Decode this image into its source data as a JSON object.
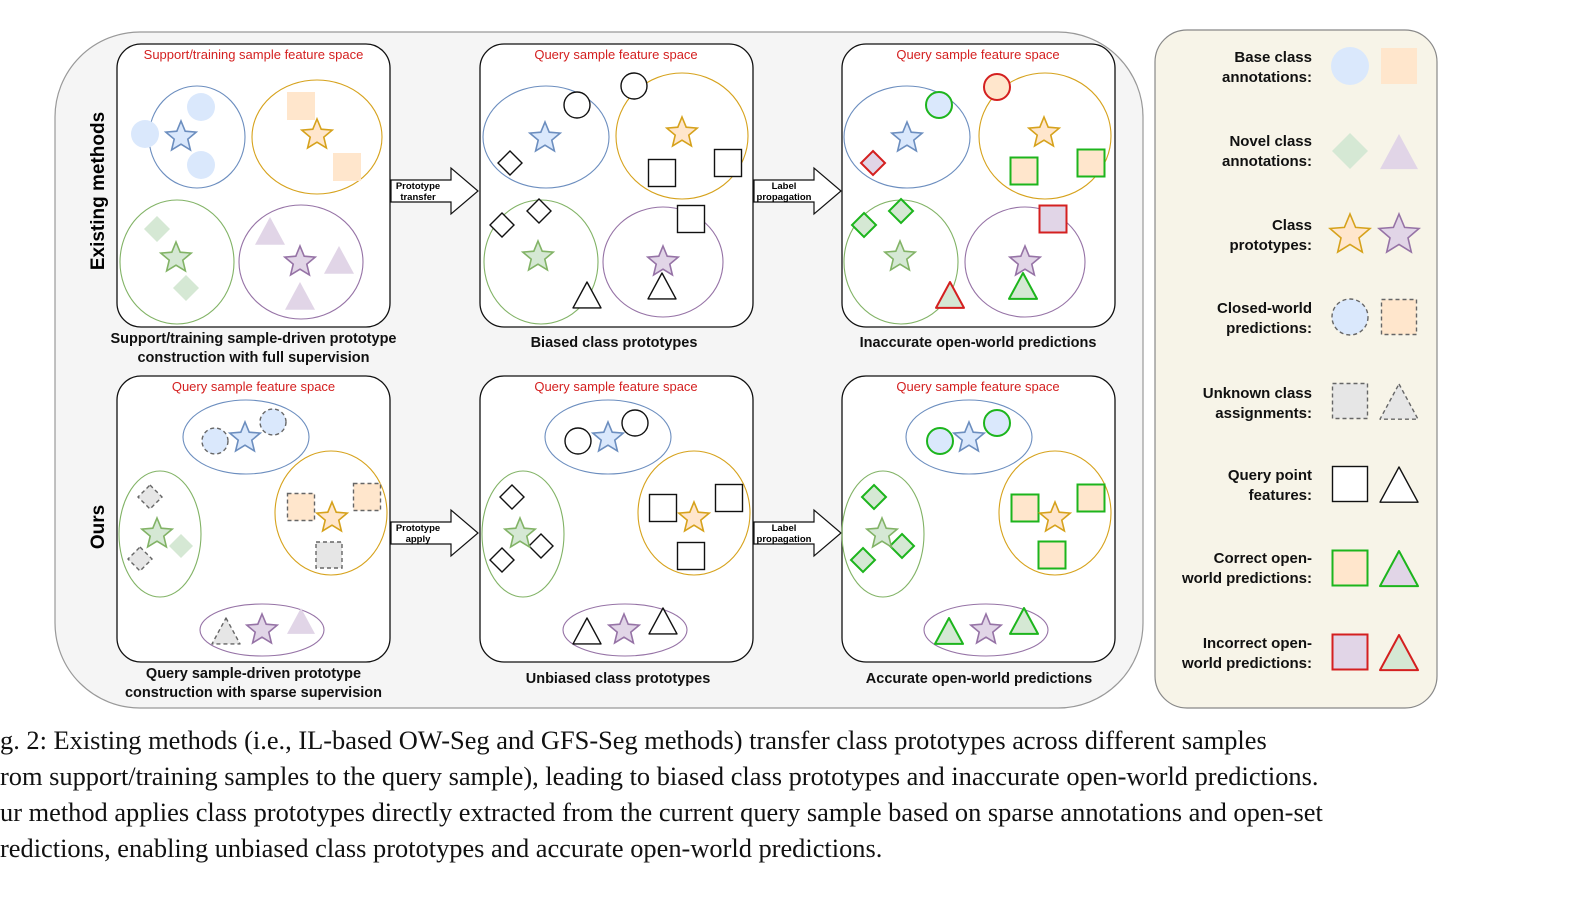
{
  "figure": {
    "row_labels": [
      "Existing methods",
      "Ours"
    ],
    "panels": [
      {
        "title": "Support/training sample feature space",
        "caption": [
          "Support/training sample-driven prototype",
          "construction with full supervision"
        ]
      },
      {
        "title": "Query sample feature space",
        "caption": [
          "Biased class prototypes"
        ]
      },
      {
        "title": "Query sample feature space",
        "caption": [
          "Inaccurate open-world predictions"
        ]
      },
      {
        "title": "Query sample feature space",
        "caption": [
          "Query sample-driven prototype",
          "construction with sparse supervision"
        ]
      },
      {
        "title": "Query sample feature space",
        "caption": [
          "Unbiased class prototypes"
        ]
      },
      {
        "title": "Query sample feature space",
        "caption": [
          "Accurate open-world predictions"
        ]
      }
    ],
    "arrows": [
      {
        "label": [
          "Prototype",
          "transfer"
        ]
      },
      {
        "label": [
          "Label",
          "propagation"
        ]
      },
      {
        "label": [
          "Prototype",
          "apply"
        ]
      },
      {
        "label": [
          "Label",
          "propagation"
        ]
      }
    ],
    "legend": [
      {
        "label": [
          "Base class",
          "annotations:"
        ],
        "icons": [
          "base-circle-icon",
          "base-square-icon"
        ]
      },
      {
        "label": [
          "Novel class",
          "annotations:"
        ],
        "icons": [
          "novel-diamond-icon",
          "novel-triangle-icon"
        ]
      },
      {
        "label": [
          "Class",
          "prototypes:"
        ],
        "icons": [
          "orange-star-icon",
          "purple-star-icon"
        ]
      },
      {
        "label": [
          "Closed-world",
          "predictions:"
        ],
        "icons": [
          "dashed-circle-icon",
          "dashed-square-icon"
        ]
      },
      {
        "label": [
          "Unknown class",
          "assignments:"
        ],
        "icons": [
          "unknown-square-icon",
          "unknown-triangle-icon"
        ]
      },
      {
        "label": [
          "Query point",
          "features:"
        ],
        "icons": [
          "query-square-icon",
          "query-triangle-icon"
        ]
      },
      {
        "label": [
          "Correct open-",
          "world predictions:"
        ],
        "icons": [
          "correct-square-icon",
          "correct-triangle-icon"
        ]
      },
      {
        "label": [
          "Incorrect open-",
          "world predictions:"
        ],
        "icons": [
          "incorrect-square-icon",
          "incorrect-triangle-icon"
        ]
      }
    ],
    "colors": {
      "blue": "#6c8ebf",
      "blue_fill": "#dae8fc",
      "orange": "#d6a21c",
      "orange_fill": "#ffe6cc",
      "green": "#82b366",
      "green_fill": "#d5e8d4",
      "purple": "#9673a6",
      "purple_fill": "#e1d5e7",
      "red_text": "#d42020",
      "correct": "#1db51d",
      "incorrect": "#d42020",
      "outer_bg": "#f5f5f5",
      "legend_bg": "#f7f4e8"
    }
  },
  "caption": {
    "lines": [
      "g. 2: Existing methods (i.e., IL-based OW-Seg and GFS-Seg methods) transfer class prototypes across different samples",
      "rom support/training samples to the query sample), leading to biased class prototypes and inaccurate open-world predictions.",
      "ur method applies class prototypes directly extracted from the current query sample based on sparse annotations and open-set",
      "redictions, enabling unbiased class prototypes and accurate open-world predictions."
    ]
  }
}
